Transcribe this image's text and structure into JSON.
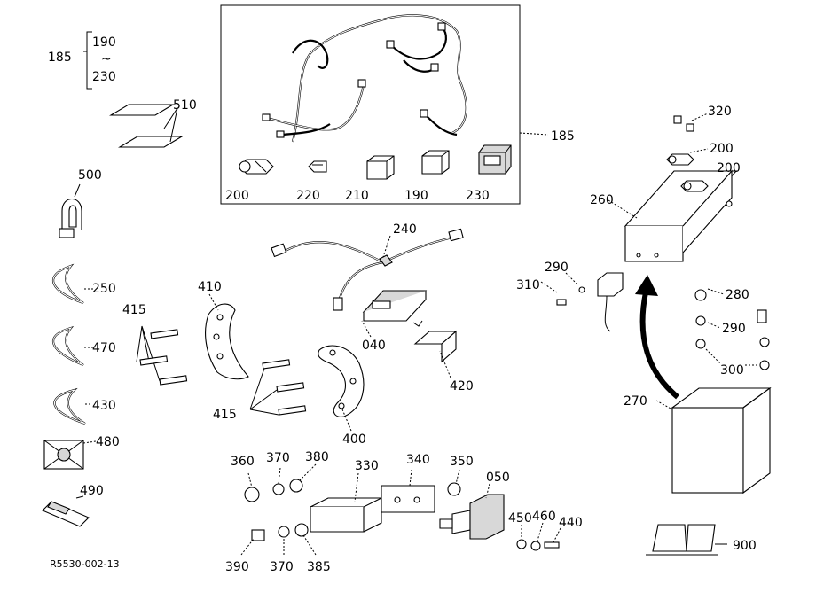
{
  "figure_code": "R5530-002-13",
  "labels": {
    "l185a": "185",
    "l190a": "190",
    "tilde": "~",
    "l230a": "230",
    "l510": "510",
    "l500": "500",
    "l250": "250",
    "l470": "470",
    "l430": "430",
    "l480": "480",
    "l490": "490",
    "l415a": "415",
    "l410": "410",
    "l415b": "415",
    "l400": "400",
    "l040": "040",
    "l240": "240",
    "l420": "420",
    "k200": "200",
    "k220": "220",
    "k210": "210",
    "k190": "190",
    "k230": "230",
    "l185b": "185",
    "l320": "320",
    "l200a": "200",
    "l200b": "200",
    "l260": "260",
    "l290a": "290",
    "l310": "310",
    "l280": "280",
    "l290b": "290",
    "l300": "300",
    "l270": "270",
    "l360": "360",
    "l370a": "370",
    "l380": "380",
    "l330": "330",
    "l340": "340",
    "l350": "350",
    "l050": "050",
    "l450": "450",
    "l460": "460",
    "l440": "440",
    "l390": "390",
    "l370b": "370",
    "l385": "385",
    "l900": "900"
  },
  "icons": {
    "harness": "wire-harness-icon",
    "battery": "battery-icon",
    "manual": "manual-book-icon",
    "arrow": "curved-arrow-icon"
  }
}
